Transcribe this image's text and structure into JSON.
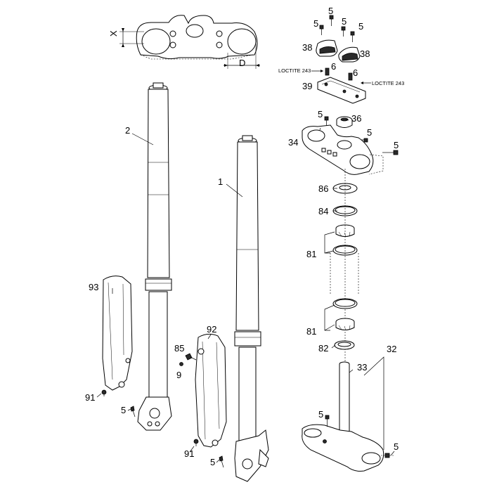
{
  "callouts": {
    "p1": "1",
    "p2": "2",
    "p5": "5",
    "p6": "6",
    "p9": "9",
    "p32": "32",
    "p33": "33",
    "p34": "34",
    "p36": "36",
    "p38": "38",
    "p39": "39",
    "p81": "81",
    "p82": "82",
    "p84": "84",
    "p85": "85",
    "p86": "86",
    "p91": "91",
    "p92": "92",
    "p93": "93"
  },
  "dims": {
    "x": "X",
    "d": "D"
  },
  "notes": {
    "loctite_left": "LOCTITE 243",
    "loctite_right": "LOCTITE 243"
  }
}
